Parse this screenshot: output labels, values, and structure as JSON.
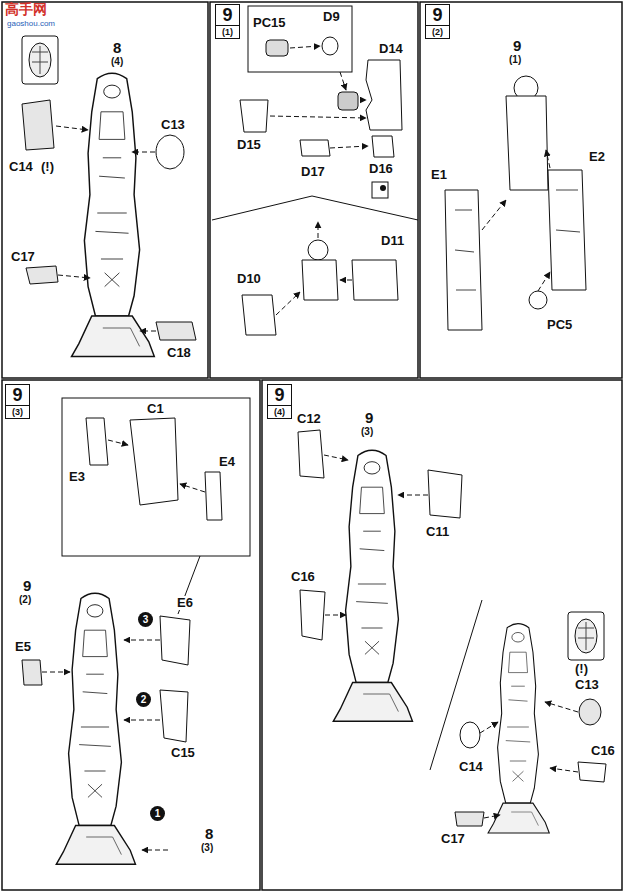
{
  "diagram": {
    "nodes": [
      {
        "text": [
          "9",
          "(1)"
        ]
      },
      {
        "text": [
          "9",
          "(2)"
        ]
      },
      {
        "text": [
          "9",
          "(3)"
        ]
      },
      {
        "text": [
          "9",
          "(4)"
        ]
      }
    ],
    "labels": [
      "高手网",
      "gaoshou.com",
      "8",
      "(4)",
      "C14",
      "(!)",
      "C13",
      "C17",
      "C18",
      "PC15",
      "D9",
      "D14",
      "D15",
      "D17",
      "D16",
      "D10",
      "D11",
      "9",
      "(1)",
      "E2",
      "E1",
      "PC5",
      "C1",
      "E3",
      "E4",
      "9",
      "(2)",
      "E6",
      "E5",
      "C15",
      "1",
      "2",
      "3",
      "8",
      "(3)",
      "C12",
      "9",
      "(3)",
      "C11",
      "C16",
      "(!)",
      "C13",
      "C16",
      "C14",
      "C17"
    ]
  }
}
